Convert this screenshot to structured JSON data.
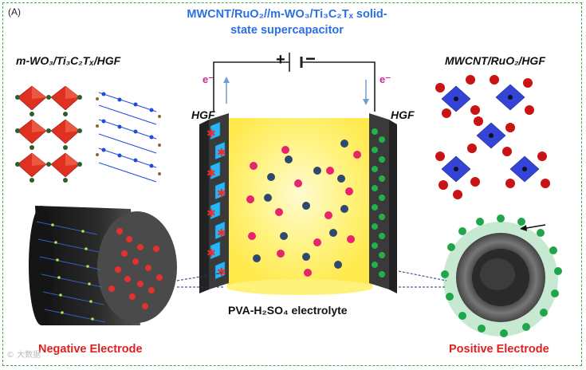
{
  "panel_label": "(A)",
  "title_line1": "MWCNT/RuO₂//m-WO₃/Ti₃C₂Tₓ solid-",
  "title_line2": "state supercapacitor",
  "negative_material": "m-WO₃/Ti₃C₂Tₓ/HGF",
  "positive_material": "MWCNT/RuO₂/HGF",
  "hgf_left": "HGF",
  "hgf_right": "HGF",
  "electron_left": "e⁻",
  "electron_right": "e⁻",
  "electrolyte": "PVA-H₂SO₄ electrolyte",
  "negative_electrode": "Negative Electrode",
  "positive_electrode": "Positive Electrode",
  "battery_plus": "+",
  "battery_minus": "−",
  "watermark": "© 大数据",
  "colors": {
    "frame": "#3aa84a",
    "title": "#2c6fe0",
    "electrode_label": "#e02020",
    "electron": "#d1239a",
    "electrolyte_yellow": "#fff27a",
    "cation_pink": "#e8246f",
    "anion_navy": "#2d4a6e",
    "wo3_red": "#e03020",
    "mxene_blue": "#1f4bd8",
    "positive_green": "#1fa64a",
    "ruo2_blue": "#2a3bd6"
  }
}
